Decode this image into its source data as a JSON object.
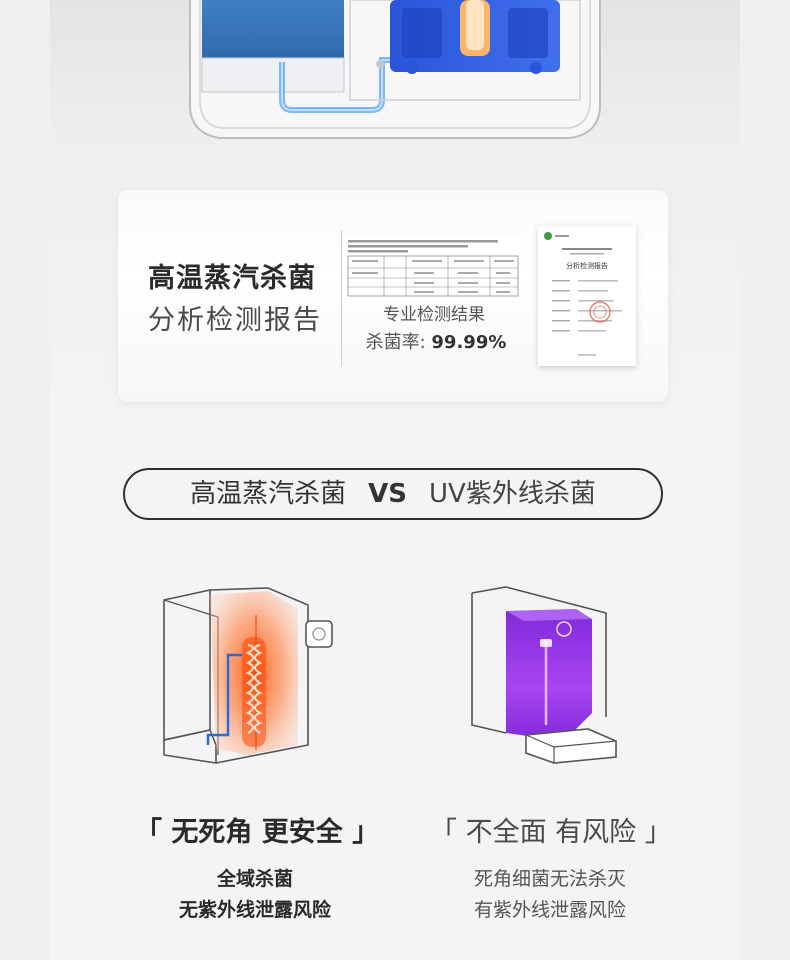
{
  "card": {
    "title_line1": "高温蒸汽杀菌",
    "title_line2": "分析检测报告",
    "result_label": "专业检测结果",
    "rate_label": "杀菌率:",
    "rate_value": "99.99%",
    "report_heading": "分析检测报告"
  },
  "compare": {
    "left": "高温蒸汽杀菌",
    "vs": "VS",
    "right": "UV紫外线杀菌"
  },
  "left_column": {
    "slogan": "「 无死角 更安全 」",
    "desc_line1": "全域杀菌",
    "desc_line2": "无紫外线泄露风险"
  },
  "right_column": {
    "slogan": "「 不全面 有风险 」",
    "desc_line1": "死角细菌无法杀灭",
    "desc_line2": "有紫外线泄露风险"
  },
  "colors": {
    "heat_orange": "#ff6a1a",
    "uv_purple": "#9b2cf0",
    "steam_blue": "#2a6bd6"
  }
}
